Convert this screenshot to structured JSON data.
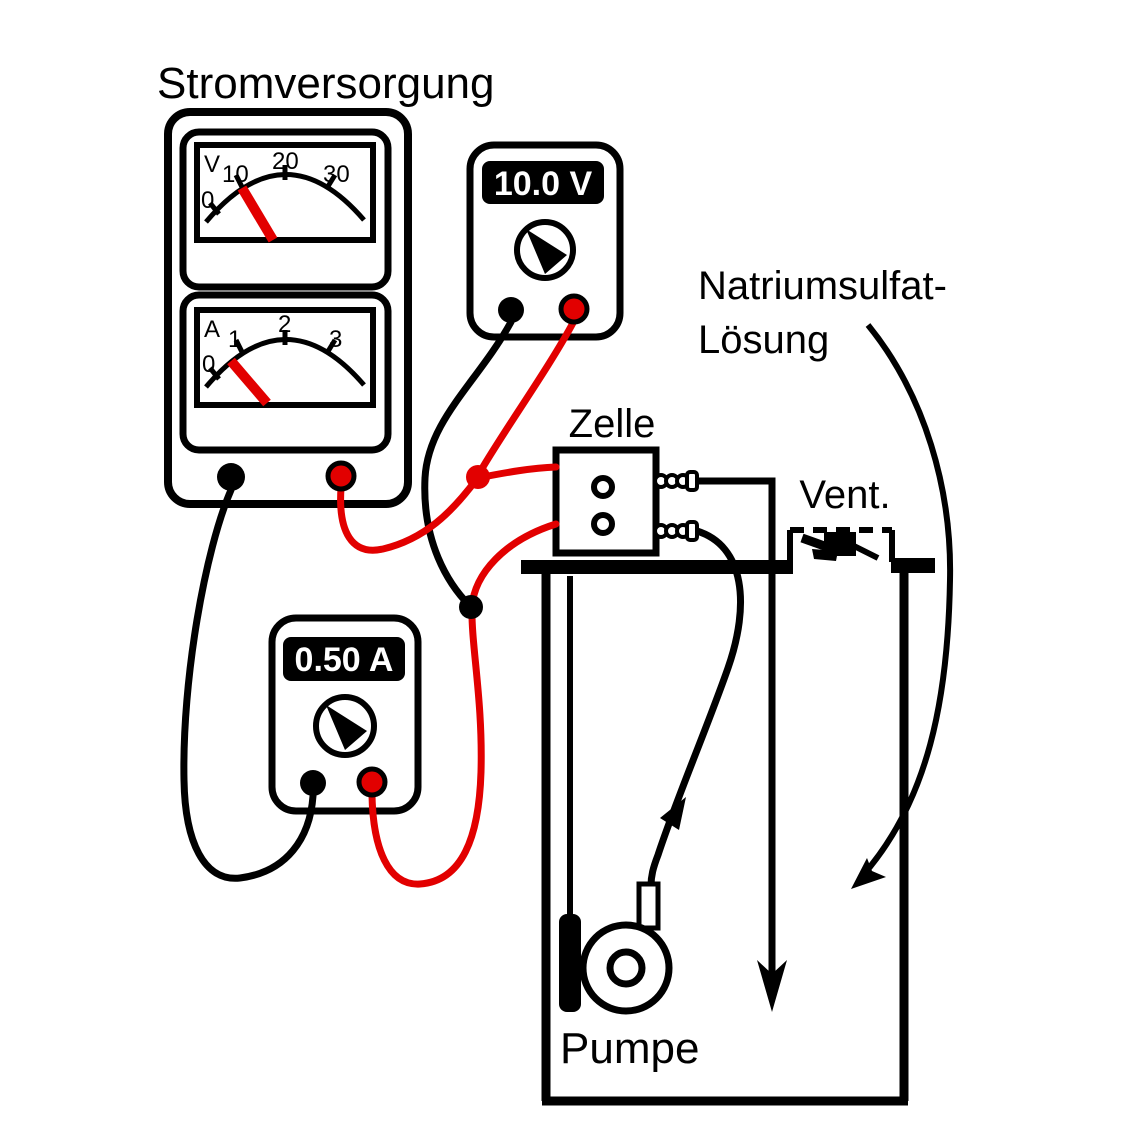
{
  "title": "Stromversorgung",
  "power_supply": {
    "voltmeter": {
      "unit": "V",
      "ticks": [
        "0",
        "10",
        "20",
        "30"
      ],
      "needle_value": 10
    },
    "ammeter": {
      "unit": "A",
      "ticks": [
        "0",
        "1",
        "2",
        "3"
      ],
      "needle_value": 0.5
    }
  },
  "meters": {
    "voltmeter": {
      "display": "10.0 V"
    },
    "ammeter": {
      "display": "0.50 A"
    }
  },
  "labels": {
    "cell": "Zelle",
    "valve": "Vent.",
    "solution_line1": "Natriumsulfat-",
    "solution_line2": "Lösung",
    "pump": "Pumpe"
  },
  "colors": {
    "red": "#e20000",
    "black": "#000000",
    "white": "#ffffff"
  }
}
